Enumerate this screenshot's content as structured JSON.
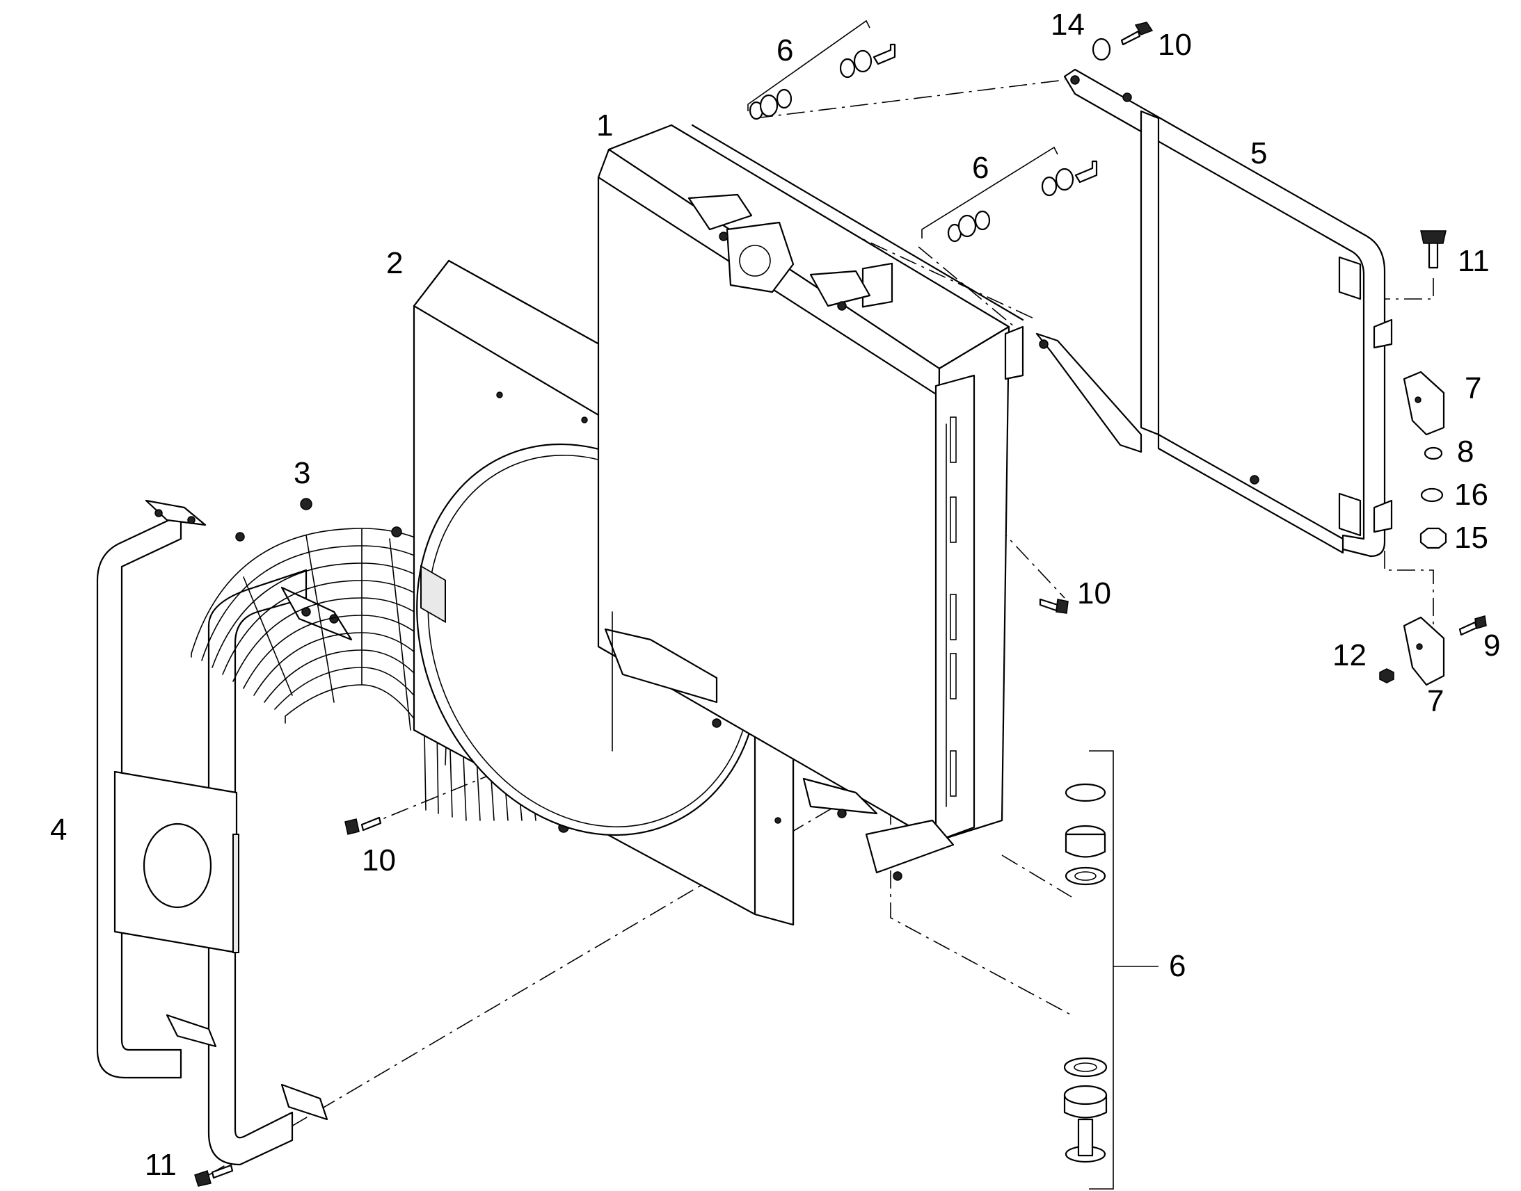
{
  "callouts": {
    "c1": "1",
    "c2": "2",
    "c3": "3",
    "c4": "4",
    "c5": "5",
    "c6_top": "6",
    "c6_mid": "6",
    "c6_bottom": "6",
    "c7_upper": "7",
    "c7_lower": "7",
    "c8": "8",
    "c9": "9",
    "c10_top": "10",
    "c10_right": "10",
    "c10_left": "10",
    "c11_right": "11",
    "c11_bottom": "11",
    "c12": "12",
    "c14": "14",
    "c15": "15",
    "c16": "16"
  }
}
